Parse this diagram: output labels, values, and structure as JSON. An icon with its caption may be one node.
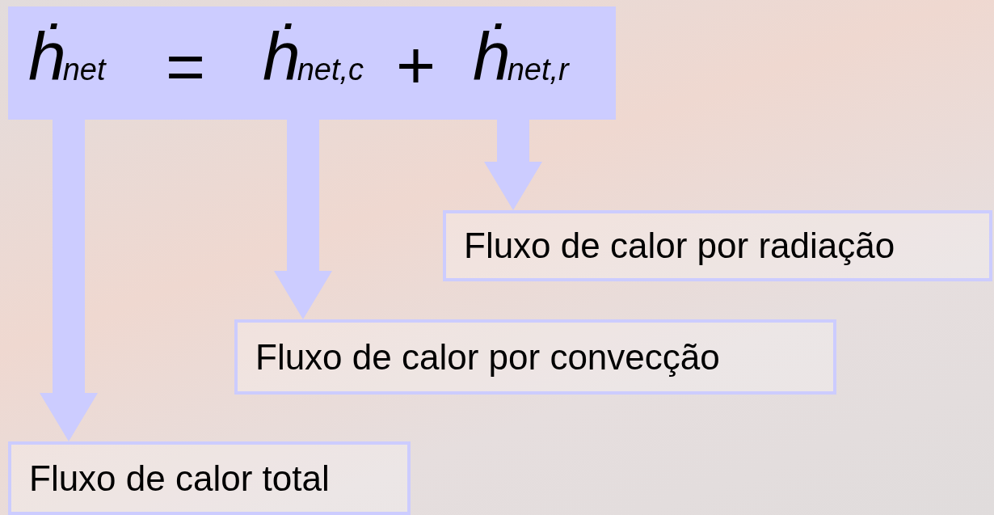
{
  "diagram": {
    "nodes": [
      {
        "text": [
          "=",
          "+"
        ]
      },
      {
        "text": [
          "ḣ$_{net}$"
        ],
        "in": 0
      },
      {
        "text": [
          "ḣ$_{net,c}$"
        ],
        "in": 0
      },
      {
        "text": [
          "ḣ$_{net,r}$"
        ],
        "in": 0
      },
      {
        "text": [
          "Fluxo de calor por radiação"
        ]
      },
      {
        "text": [
          "Fluxo de calor por convecção"
        ]
      },
      {
        "text": [
          "Fluxo de calor total"
        ]
      }
    ],
    "edges": [
      {
        "from": 3,
        "to": 4,
        "arrow": "to"
      },
      {
        "from": 2,
        "to": 5,
        "arrow": "to"
      },
      {
        "from": 1,
        "to": 6,
        "arrow": "to"
      }
    ]
  }
}
